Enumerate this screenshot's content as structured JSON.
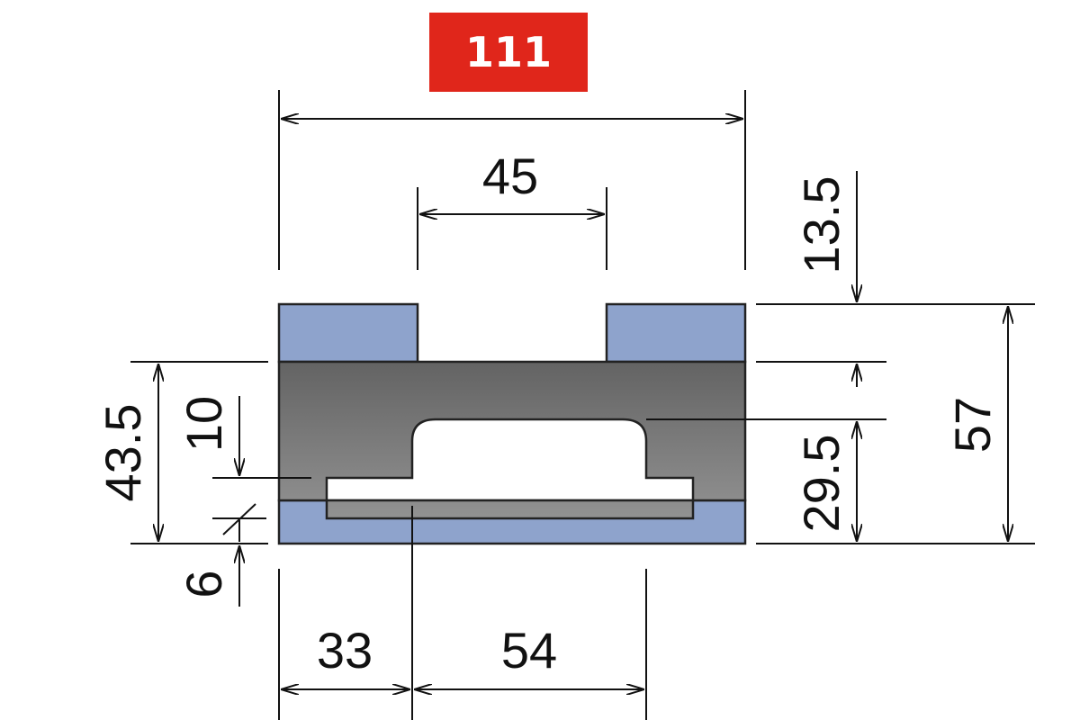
{
  "title": "111",
  "dimensions": {
    "overall_width": "111",
    "slot_width": "45",
    "top_height": "13.5",
    "overall_height": "57",
    "lower_body_height": "43.5",
    "pocket_height": "29.5",
    "inner_step": "10",
    "base_thickness": "6",
    "left_offset": "33",
    "center_span": "54"
  },
  "colors": {
    "badge": "#e0261b",
    "blue_parts": "#8ea3cc",
    "body_dark": "#6a6a6a",
    "body_light": "#8c8c8c"
  }
}
